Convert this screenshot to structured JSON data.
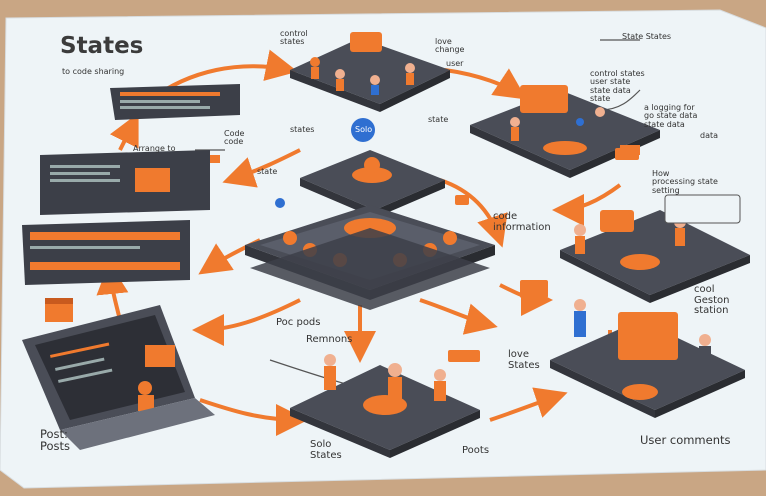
{
  "title": "States",
  "labels": {
    "top_left": "to code sharing",
    "top_center_left": "control\nstates",
    "top_center_right": "love\nchange",
    "top_center_small": "user",
    "top_right": "State States",
    "right_panel": "control states\nuser state\nstate data\nstate",
    "right_panel_2": "a logging for\ngo state data\nstate data",
    "right_mid_small": "data",
    "left_mid": "Arrange to",
    "left_mid_2": "Code\ncode",
    "states_mid": "states",
    "state_right": "state",
    "center_pill": "Solo",
    "state_small": "state",
    "right_mid": "How\nprocessing state\nsetting",
    "center_right": "code\ninformation",
    "right_lower": "cool\nGeston\nstation",
    "center_mid": "Poc pods",
    "center_low": "Remnons",
    "center_right_low": "love\nStates",
    "bottom_left": "Post:\nPosts",
    "bottom_center": "Solo\nStates",
    "bottom_center_right": "Poots",
    "bottom_right": "User comments"
  },
  "colors": {
    "accent": "#f07a2e",
    "dark": "#4a4d57",
    "paper": "#eef4f7"
  }
}
